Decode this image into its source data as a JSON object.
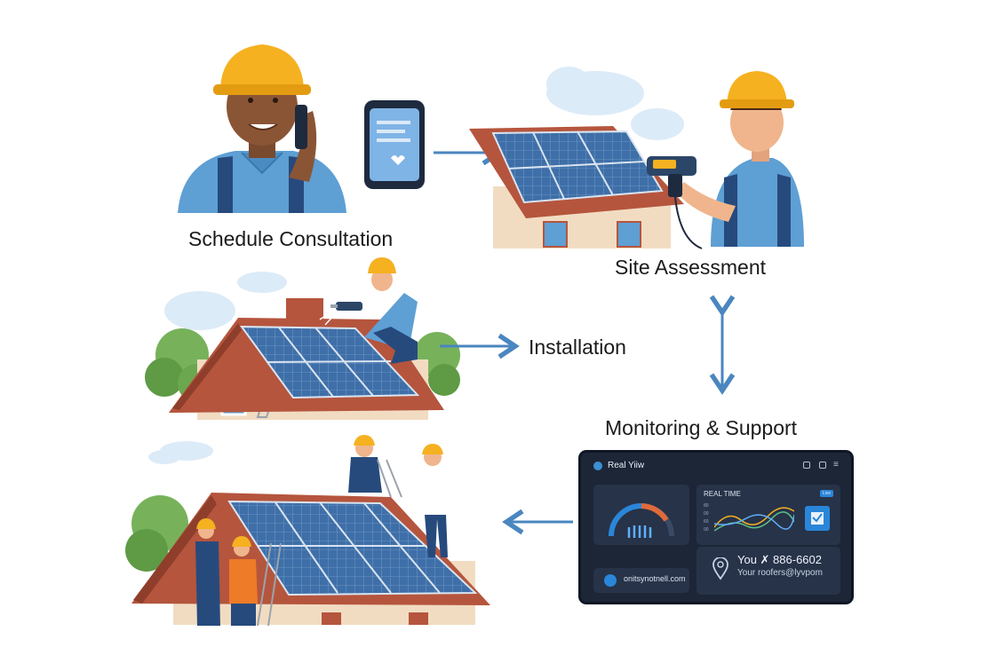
{
  "steps": {
    "step1": "Schedule Consultation",
    "step2": "Site Assessment",
    "step3": "Installation",
    "step4": "Monitoring & Support"
  },
  "dashboard": {
    "title": "Real Yiiw",
    "realtime_label": "REAL TIME",
    "badge": "Live",
    "axis_ticks": [
      "80",
      "00",
      "60",
      "00"
    ],
    "contact_phone": "You ✗ 886-6602",
    "contact_email": "Your roofers@lyvpom",
    "website": "onitsynotnell.com"
  },
  "colors": {
    "arrow": "#4a86c0",
    "hardhat": "#f5b120",
    "shirt": "#5e9fd4",
    "overalls": "#274a7d",
    "roof": "#b5553d",
    "panel": "#3f6fa8",
    "dashboard": "#1d2637"
  }
}
